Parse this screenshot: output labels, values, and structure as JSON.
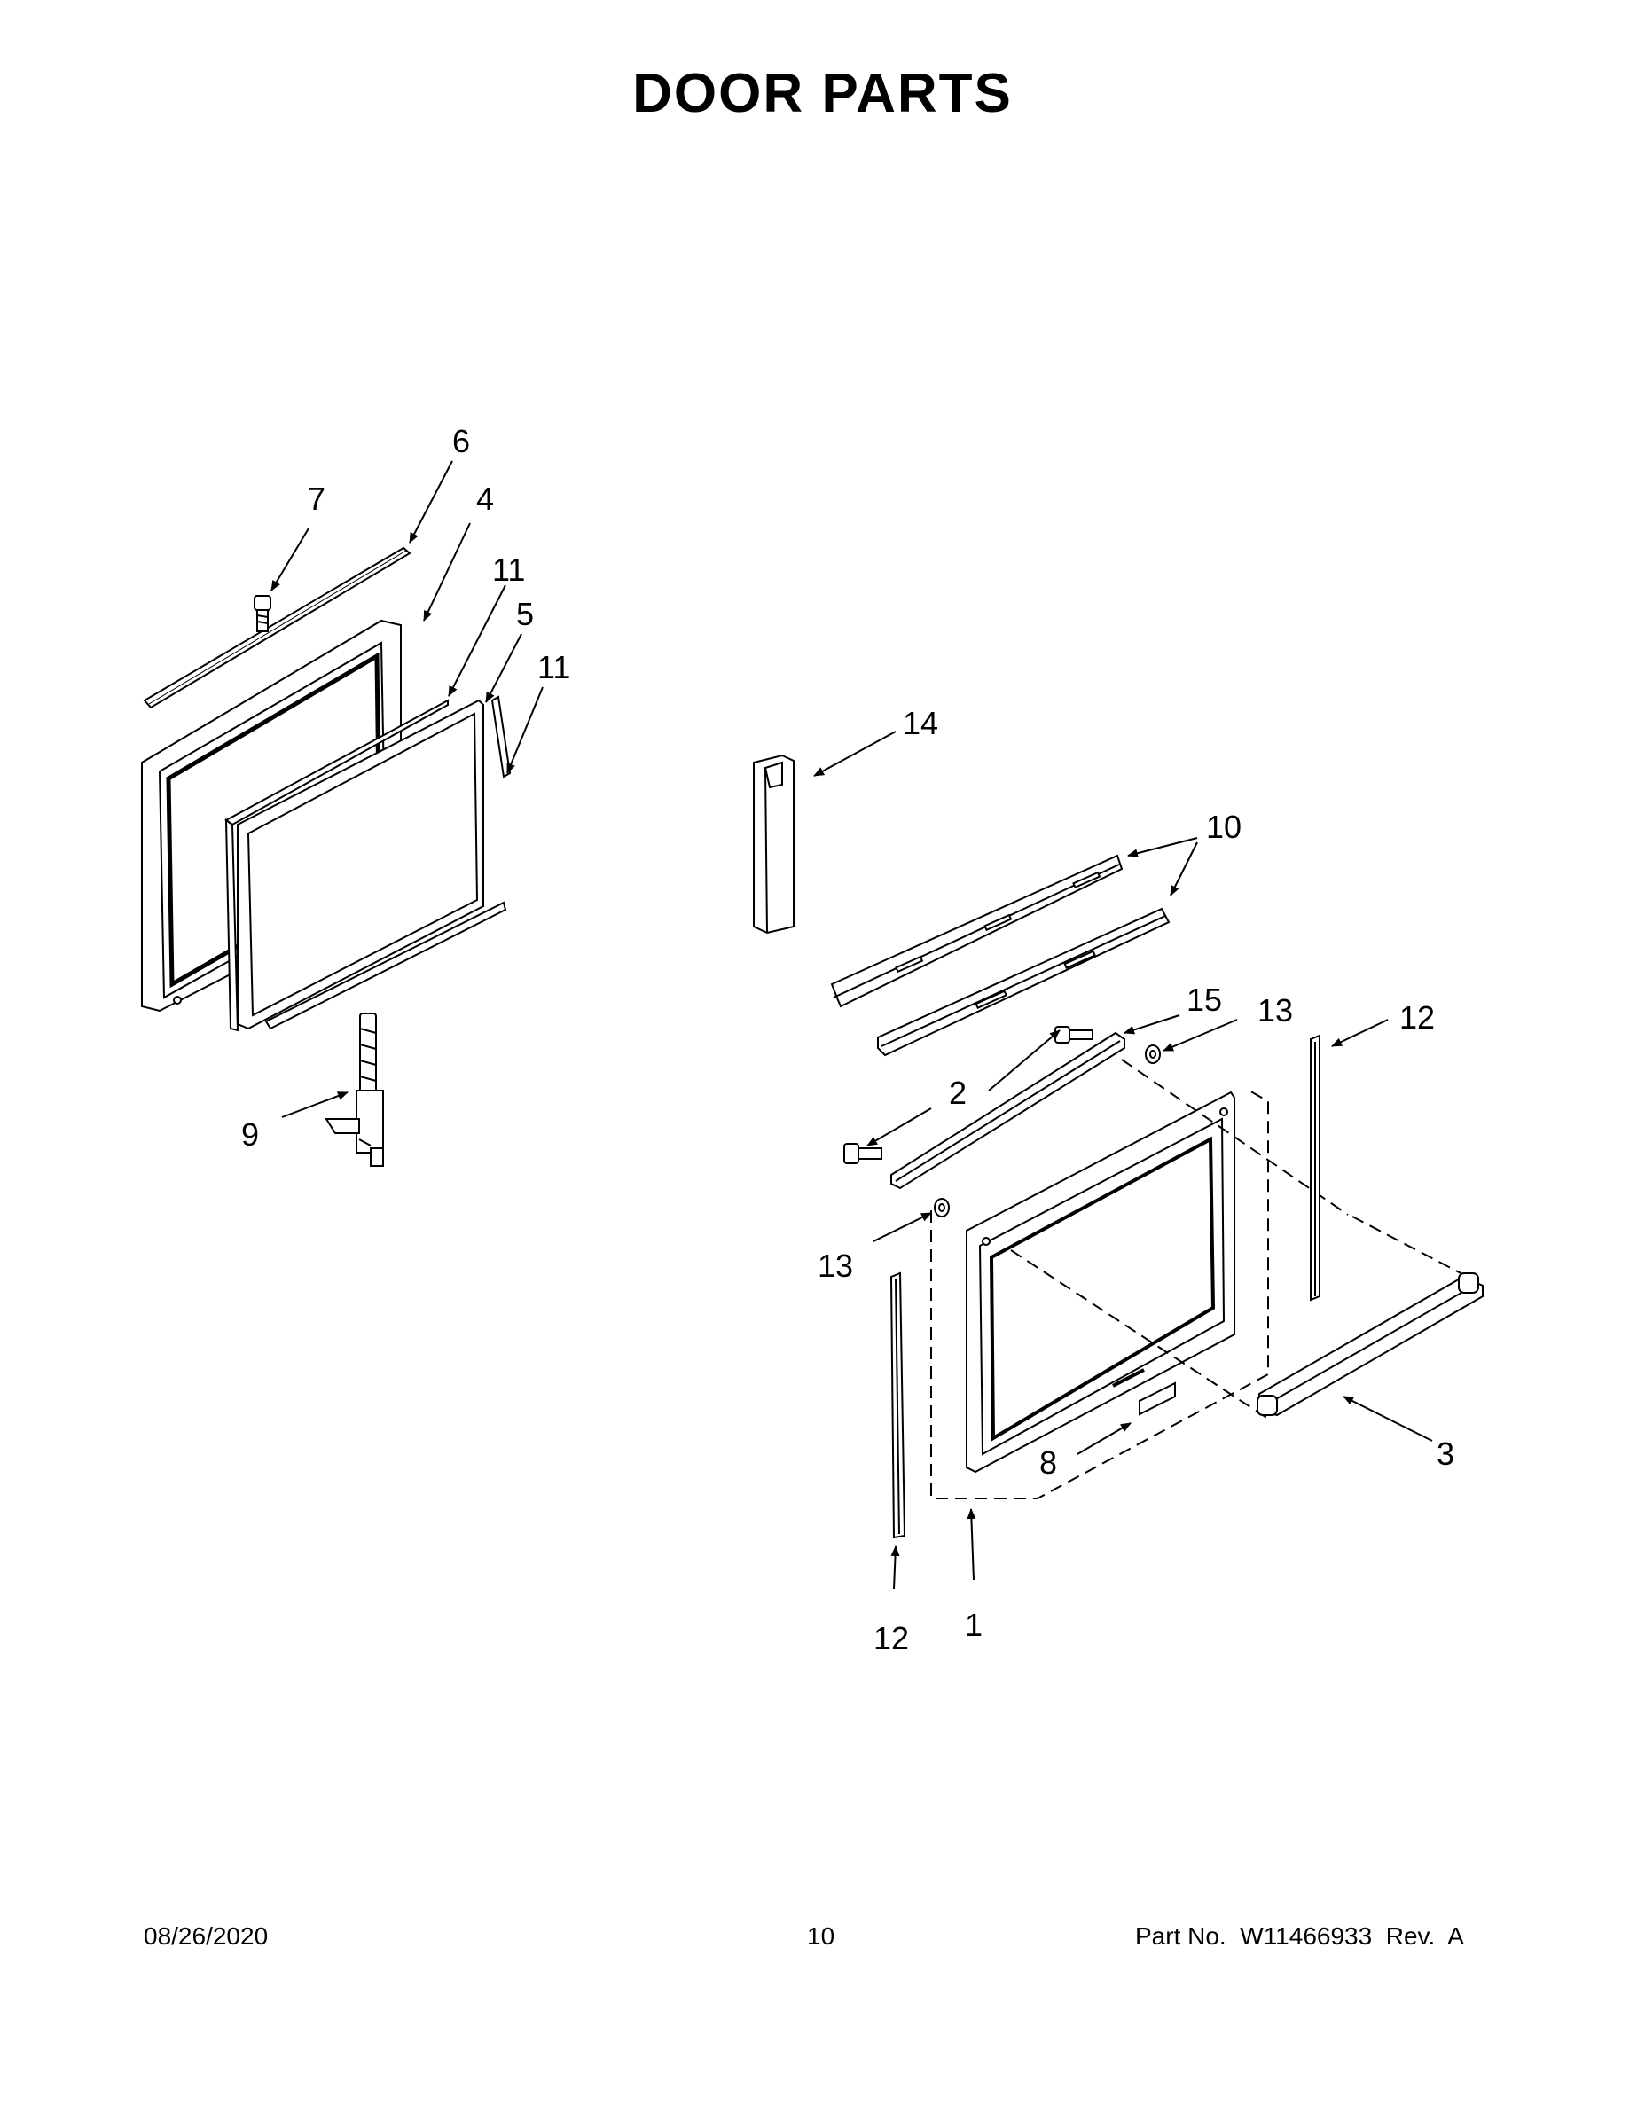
{
  "title": "DOOR PARTS",
  "callouts": {
    "c1": "1",
    "c2": "2",
    "c3": "3",
    "c4": "4",
    "c5": "5",
    "c6": "6",
    "c7": "7",
    "c8": "8",
    "c9": "9",
    "c10": "10",
    "c11a": "11",
    "c11b": "11",
    "c12a": "12",
    "c12b": "12",
    "c13a": "13",
    "c13b": "13",
    "c14": "14",
    "c15": "15"
  },
  "footer": {
    "date": "08/26/2020",
    "page": "10",
    "part": "Part No.  W11466933  Rev.  A"
  }
}
